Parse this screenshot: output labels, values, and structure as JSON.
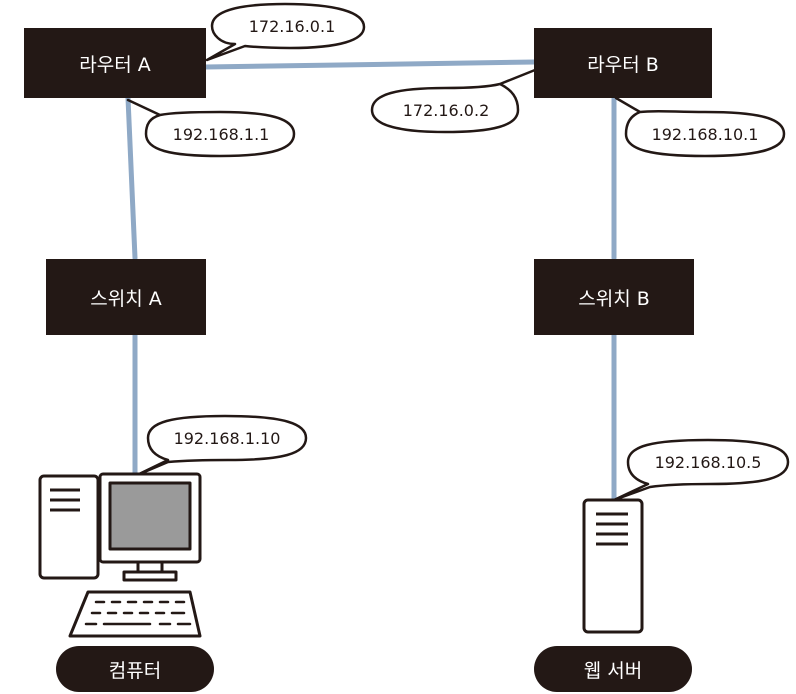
{
  "colors": {
    "box": "#231815",
    "link": "#8fa9c6",
    "text_dark": "#231815",
    "text_light": "#ffffff",
    "monitor_screen": "#9a9a9a"
  },
  "devices": {
    "router_a": "라우터 A",
    "router_b": "라우터 B",
    "switch_a": "스위치 A",
    "switch_b": "스위치 B"
  },
  "addresses": {
    "router_a_wan": "172.16.0.1",
    "router_b_wan": "172.16.0.2",
    "router_a_lan": "192.168.1.1",
    "router_b_lan": "192.168.10.1",
    "computer_ip": "192.168.1.10",
    "server_ip": "192.168.10.5"
  },
  "endpoints": {
    "computer": "컴퓨터",
    "web_server": "웹 서버"
  },
  "icons": {
    "computer": "desktop-computer-icon",
    "server": "server-tower-icon"
  }
}
